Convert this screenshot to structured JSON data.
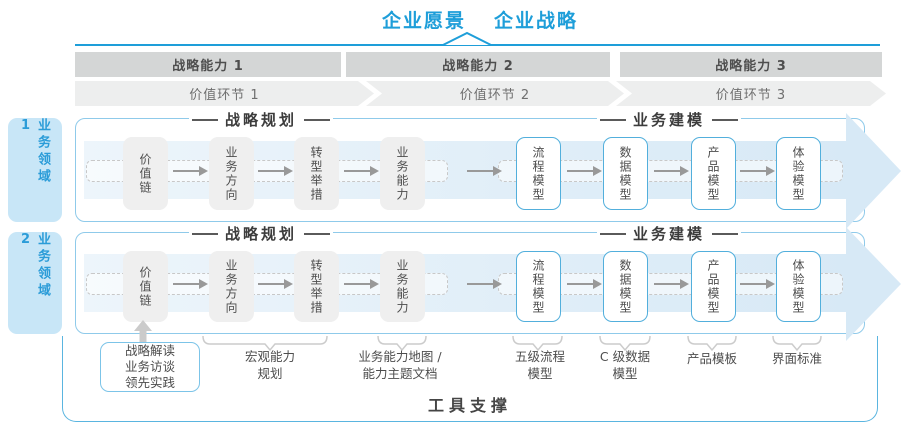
{
  "header": {
    "vision": "企业愿景",
    "strategy": "企业战略"
  },
  "capabilities": [
    "战略能力 1",
    "战略能力 2",
    "战略能力 3"
  ],
  "value_links": [
    "价值环节 1",
    "价值环节 2",
    "价值环节 3"
  ],
  "domains": [
    "业务领域 1",
    "业务领域 2"
  ],
  "sections": {
    "planning": "战略规划",
    "modeling": "业务建模"
  },
  "boxes": {
    "stage": [
      "价值链",
      "业务方向",
      "转型举措",
      "业务能力"
    ],
    "model": [
      "流程模型",
      "数据模型",
      "产品模型",
      "体验模型"
    ]
  },
  "annotations": {
    "boxed": {
      "lines": [
        "战略解读",
        "业务访谈",
        "领先实践"
      ]
    },
    "items": [
      {
        "lines": [
          "宏观能力",
          "规划"
        ]
      },
      {
        "lines": [
          "业务能力地图 /",
          "能力主题文档"
        ]
      },
      {
        "lines": [
          "五级流程",
          "模型"
        ]
      },
      {
        "lines": [
          "C 级数据",
          "模型"
        ]
      },
      {
        "lines": [
          "产品模板"
        ]
      },
      {
        "lines": [
          "界面标准"
        ]
      }
    ]
  },
  "footer": {
    "tool_support": "工具支撑"
  },
  "colors": {
    "accent_blue": "#1E9ED9",
    "light_blue_border": "#8FCAEA",
    "domain_bg": "#C8E6F7",
    "band_gray": "#D4D6D6",
    "chevron_gray": "#EDEEEE",
    "box_gray": "#EFEFEF",
    "model_box_border": "#52AFDC",
    "flow_arrow_fill": "#D7E9F6",
    "connector_gray": "#CCCCCC",
    "arrow_gray": "#999999",
    "text_dark": "#3C3C3C"
  }
}
